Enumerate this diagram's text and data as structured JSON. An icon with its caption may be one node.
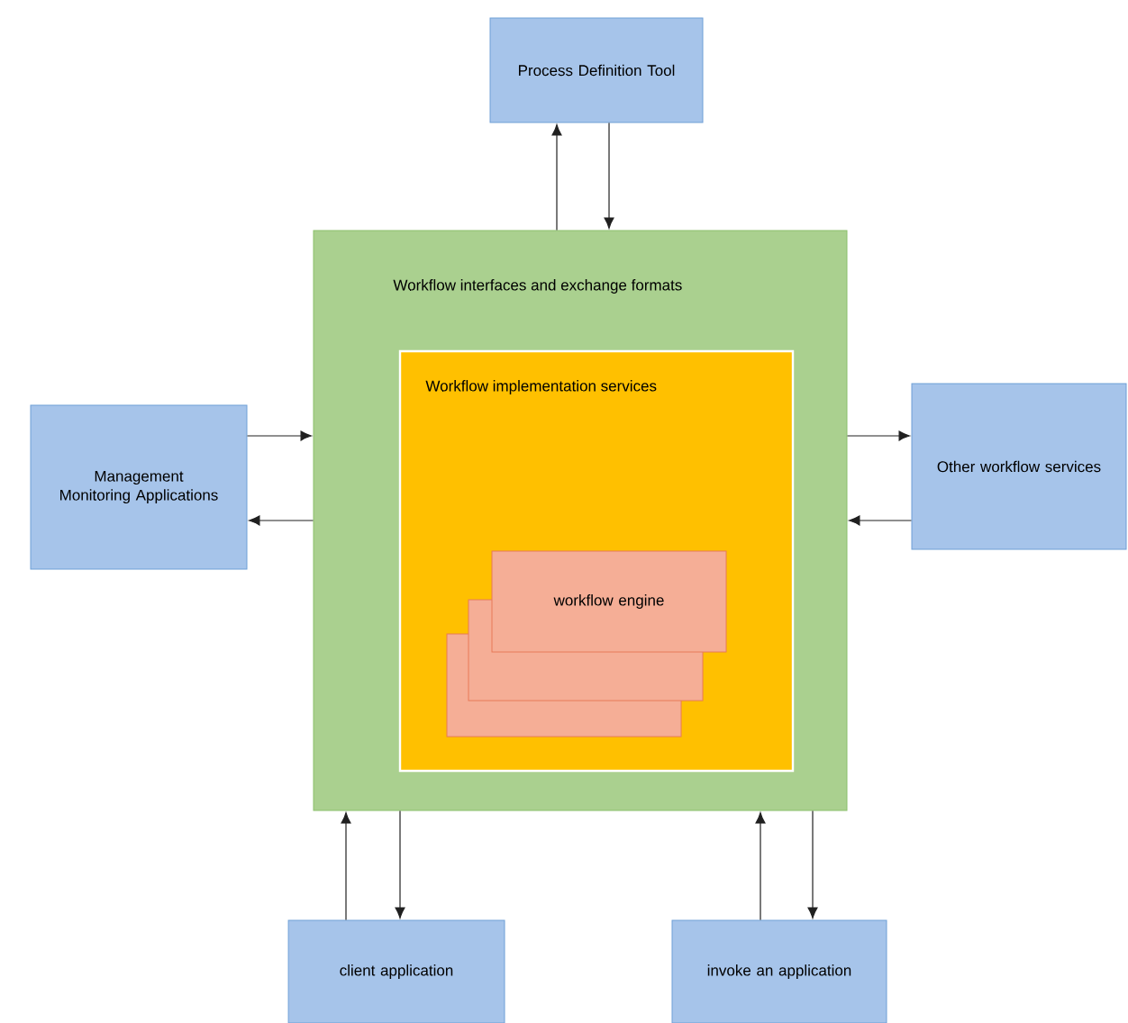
{
  "diagram": {
    "nodes": [
      {
        "text": [
          "Process Definition Tool"
        ]
      },
      {
        "text": [
          "Management Monitoring Applications"
        ]
      },
      {
        "text": [
          "Workflow interfaces and exchange formats"
        ]
      },
      {
        "text": [
          "Workflow implementation services"
        ],
        "in": 2
      },
      {
        "text": [],
        "shape": "box",
        "in": 3
      },
      {
        "text": [],
        "shape": "box",
        "in": 3
      },
      {
        "text": [
          "workflow engine"
        ],
        "in": 3
      },
      {
        "text": [
          "Other workflow services"
        ]
      },
      {
        "text": [
          "client application"
        ]
      },
      {
        "text": [
          "invoke an application"
        ]
      }
    ],
    "edges": [
      {
        "from": 2,
        "to": 0,
        "arrow": "to"
      },
      {
        "from": 0,
        "to": 2,
        "arrow": "to"
      },
      {
        "from": 1,
        "to": 2,
        "arrow": "to"
      },
      {
        "from": 2,
        "to": 1,
        "arrow": "to"
      },
      {
        "from": 2,
        "to": 7,
        "arrow": "to"
      },
      {
        "from": 7,
        "to": 2,
        "arrow": "to"
      },
      {
        "from": 8,
        "to": 2,
        "arrow": "to"
      },
      {
        "from": 2,
        "to": 8,
        "arrow": "to"
      },
      {
        "from": 9,
        "to": 2,
        "arrow": "to"
      },
      {
        "from": 2,
        "to": 9,
        "arrow": "to"
      }
    ]
  }
}
